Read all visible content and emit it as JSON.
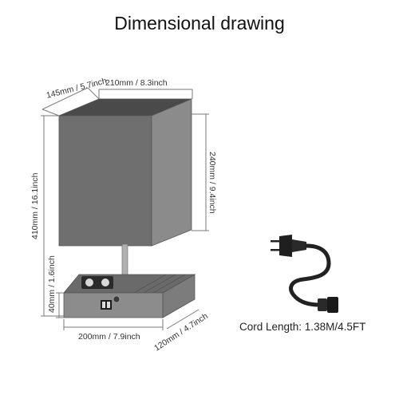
{
  "title": "Dimensional drawing",
  "dimensions": {
    "shade_depth": "145mm / 5.7inch",
    "shade_width": "210mm / 8.3inch",
    "shade_height": "240mm / 9.4inch",
    "total_height": "410mm / 16.1inch",
    "base_height": "40mm / 1.6inch",
    "base_width": "200mm / 7.9inch",
    "base_depth": "120mm / 4.7inch"
  },
  "cord": {
    "caption": "Cord Length: 1.38M/4.5FT"
  },
  "colors": {
    "shade_front": "#6f6f6f",
    "shade_side": "#8b8b8b",
    "shade_top_inner": "#4a4a4a",
    "base_front": "#8c8c8c",
    "base_top": "#6a6a6a",
    "base_side": "#7c7c7c",
    "dimension_line": "#7a7a7a",
    "cord": "#222222"
  }
}
